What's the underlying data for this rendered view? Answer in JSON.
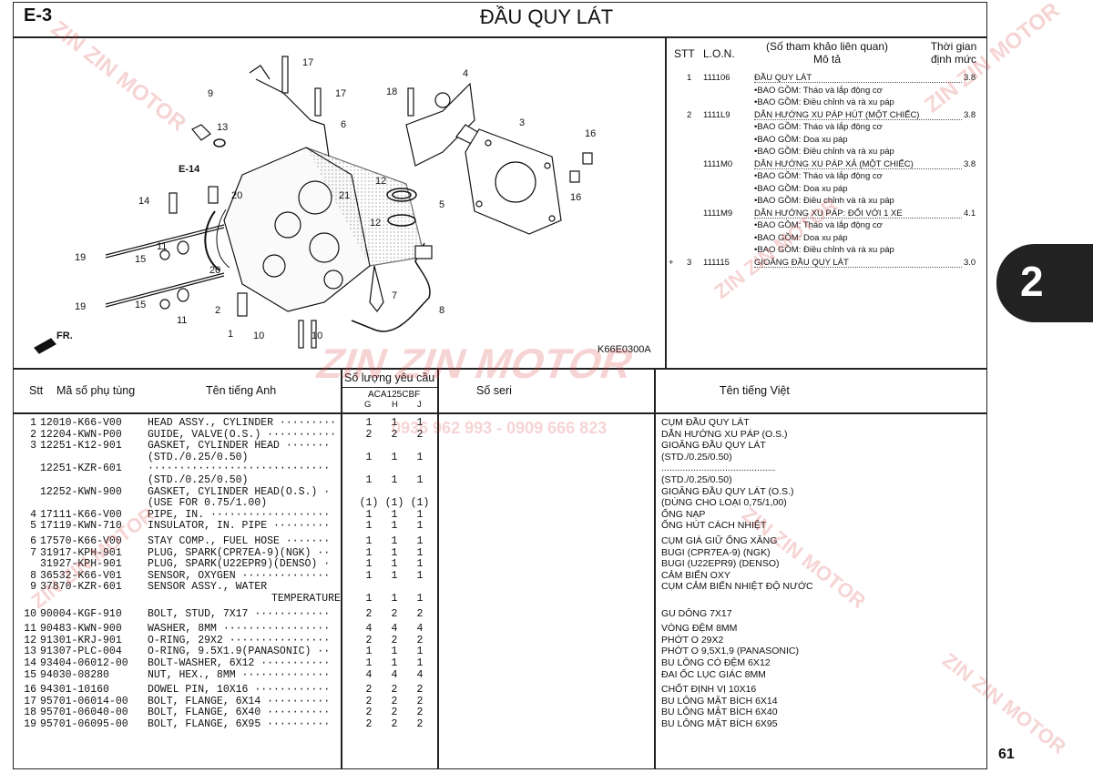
{
  "header": {
    "code": "E-3",
    "title": "ĐẦU QUY LÁT"
  },
  "diagram": {
    "image_code": "K66E0300A",
    "section_ref": "E-14",
    "front_label": "FR.",
    "callouts": [
      "17",
      "17",
      "4",
      "9",
      "18",
      "13",
      "6",
      "3",
      "16",
      "16",
      "5",
      "E-14",
      "14",
      "20",
      "21",
      "12",
      "12",
      "11",
      "19",
      "15",
      "20",
      "2",
      "1",
      "7",
      "8",
      "10",
      "10",
      "19",
      "15",
      "11"
    ]
  },
  "reference": {
    "headers": {
      "stt": "STT",
      "lon": "L.O.N.",
      "desc_top": "(Số tham khảo liên quan)",
      "desc": "Mô tả",
      "time_top": "Thời gian",
      "time": "định mức"
    },
    "rows": [
      {
        "mark": "",
        "stt": "1",
        "lon": "111106",
        "desc": "ĐẦU QUY LÁT",
        "time": "3.8"
      },
      {
        "mark": "",
        "stt": "",
        "lon": "",
        "desc": "•BAO GỒM: Tháo và lắp động cơ",
        "time": ""
      },
      {
        "mark": "",
        "stt": "",
        "lon": "",
        "desc": "•BAO GỒM: Điều chỉnh và rà xu páp",
        "time": ""
      },
      {
        "mark": "",
        "stt": "2",
        "lon": "1111L9",
        "desc": "DẪN HƯỚNG XU PÁP HÚT (MỘT CHIẾC)",
        "time": "3.8"
      },
      {
        "mark": "",
        "stt": "",
        "lon": "",
        "desc": "•BAO GỒM: Tháo và lắp động cơ",
        "time": ""
      },
      {
        "mark": "",
        "stt": "",
        "lon": "",
        "desc": "•BAO GỒM: Doa xu páp",
        "time": ""
      },
      {
        "mark": "",
        "stt": "",
        "lon": "",
        "desc": "•BAO GỒM: Điều chỉnh và rà xu páp",
        "time": ""
      },
      {
        "mark": "",
        "stt": "",
        "lon": "1111M0",
        "desc": "DẪN HƯỚNG XU PÁP XẢ (MỘT CHIẾC)",
        "time": "3.8"
      },
      {
        "mark": "",
        "stt": "",
        "lon": "",
        "desc": "•BAO GỒM: Tháo và lắp động cơ",
        "time": ""
      },
      {
        "mark": "",
        "stt": "",
        "lon": "",
        "desc": "•BAO GỒM: Doa xu páp",
        "time": ""
      },
      {
        "mark": "",
        "stt": "",
        "lon": "",
        "desc": "•BAO GỒM: Điều chỉnh và rà xu páp",
        "time": ""
      },
      {
        "mark": "",
        "stt": "",
        "lon": "1111M9",
        "desc": "DẪN HƯỚNG XU PÁP: ĐỐI VỚI 1 XE",
        "time": "4.1"
      },
      {
        "mark": "",
        "stt": "",
        "lon": "",
        "desc": "•BAO GỒM: Tháo và lắp động cơ",
        "time": ""
      },
      {
        "mark": "",
        "stt": "",
        "lon": "",
        "desc": "•BAO GỒM: Doa xu páp",
        "time": ""
      },
      {
        "mark": "",
        "stt": "",
        "lon": "",
        "desc": "•BAO GỒM: Điều chỉnh và rà xu páp",
        "time": ""
      },
      {
        "mark": "+",
        "stt": "3",
        "lon": "111115",
        "desc": "GIOĂNG ĐẦU QUY LÁT",
        "time": "3.0"
      }
    ]
  },
  "table": {
    "headers": {
      "stt": "Stt",
      "part_no": "Mã số phụ tùng",
      "name_en": "Tên tiếng Anh",
      "qty": "Số lượng yêu cầu",
      "model": "ACA125CBF",
      "g": "G",
      "h": "H",
      "j": "J",
      "serial": "Số seri",
      "name_vi": "Tên tiếng Việt"
    },
    "rows": [
      {
        "stt": "1",
        "part": "12010-K66-V00",
        "en": "HEAD ASSY., CYLINDER ·········",
        "g": "1",
        "h": "1",
        "j": "1",
        "vi": "CỤM ĐẦU QUY LÁT"
      },
      {
        "stt": "2",
        "part": "12204-KWN-P00",
        "en": "GUIDE, VALVE(O.S.) ···········",
        "g": "2",
        "h": "2",
        "j": "2",
        "vi": "DẪN HƯỚNG XU PÁP (O.S.)"
      },
      {
        "stt": "3",
        "part": "12251-K12-901",
        "en": "GASKET, CYLINDER HEAD ·······",
        "g": "",
        "h": "",
        "j": "",
        "vi": "GIOĂNG ĐẦU QUY LÁT"
      },
      {
        "stt": "",
        "part": "",
        "en": "(STD./0.25/0.50)",
        "g": "1",
        "h": "1",
        "j": "1",
        "vi": "(STD./0.25/0.50)"
      },
      {
        "stt": "",
        "part": "12251-KZR-601",
        "en": "·····························",
        "g": "",
        "h": "",
        "j": "",
        "vi": "..........................................."
      },
      {
        "stt": "",
        "part": "",
        "en": "(STD./0.25/0.50)",
        "g": "1",
        "h": "1",
        "j": "1",
        "vi": "(STD./0.25/0.50)"
      },
      {
        "stt": "",
        "part": "12252-KWN-900",
        "en": "GASKET, CYLINDER HEAD(O.S.) ·",
        "g": "",
        "h": "",
        "j": "",
        "vi": "GIOĂNG ĐẦU QUY LÁT (O.S.)"
      },
      {
        "stt": "",
        "part": "",
        "en": "(USE FOR 0.75/1.00)",
        "g": "(1)",
        "h": "(1)",
        "j": "(1)",
        "vi": "(DÙNG CHO LOẠI 0,75/1,00)"
      },
      {
        "stt": "4",
        "part": "17111-K66-V00",
        "en": "PIPE, IN. ···················",
        "g": "1",
        "h": "1",
        "j": "1",
        "vi": "ỐNG NẠP"
      },
      {
        "stt": "5",
        "part": "17119-KWN-710",
        "en": "INSULATOR, IN. PIPE ·········",
        "g": "1",
        "h": "1",
        "j": "1",
        "vi": "ỐNG HÚT CÁCH NHIỆT"
      },
      {
        "stt": "6",
        "part": "17570-K66-V00",
        "en": "STAY COMP., FUEL HOSE ·······",
        "g": "1",
        "h": "1",
        "j": "1",
        "vi": "CỤM GIÁ GIỮ ỐNG XĂNG"
      },
      {
        "stt": "7",
        "part": "31917-KPH-901",
        "en": "PLUG, SPARK(CPR7EA-9)(NGK) ··",
        "g": "1",
        "h": "1",
        "j": "1",
        "vi": "BUGI (CPR7EA-9) (NGK)"
      },
      {
        "stt": "",
        "part": "31927-KPH-901",
        "en": "PLUG, SPARK(U22EPR9)(DENSO) ·",
        "g": "1",
        "h": "1",
        "j": "1",
        "vi": "BUGI (U22EPR9) (DENSO)"
      },
      {
        "stt": "8",
        "part": "36532-K66-V01",
        "en": "SENSOR, OXYGEN ··············",
        "g": "1",
        "h": "1",
        "j": "1",
        "vi": "CẢM BIẾN OXY"
      },
      {
        "stt": "9",
        "part": "37870-KZR-601",
        "en": "SENSOR ASSY., WATER",
        "g": "",
        "h": "",
        "j": "",
        "vi": "CỤM CẢM BIẾN NHIỆT ĐỘ NƯỚC"
      },
      {
        "stt": "",
        "part": "",
        "en": "TEMPERATURE",
        "g": "1",
        "h": "1",
        "j": "1",
        "vi": ""
      },
      {
        "stt": "10",
        "part": "90004-KGF-910",
        "en": "BOLT, STUD, 7X17 ············",
        "g": "2",
        "h": "2",
        "j": "2",
        "vi": "GU DÔNG 7X17"
      },
      {
        "stt": "11",
        "part": "90483-KWN-900",
        "en": "WASHER, 8MM ·················",
        "g": "4",
        "h": "4",
        "j": "4",
        "vi": "VÒNG ĐỆM 8MM"
      },
      {
        "stt": "12",
        "part": "91301-KRJ-901",
        "en": "O-RING, 29X2 ················",
        "g": "2",
        "h": "2",
        "j": "2",
        "vi": "PHỚT O 29X2"
      },
      {
        "stt": "13",
        "part": "91307-PLC-004",
        "en": "O-RING, 9.5X1.9(PANASONIC) ··",
        "g": "1",
        "h": "1",
        "j": "1",
        "vi": "PHỚT O 9,5X1,9 (PANASONIC)"
      },
      {
        "stt": "14",
        "part": "93404-06012-00",
        "en": "BOLT-WASHER, 6X12 ···········",
        "g": "1",
        "h": "1",
        "j": "1",
        "vi": "BU LÔNG CÓ ĐỆM 6X12"
      },
      {
        "stt": "15",
        "part": "94030-08280",
        "en": "NUT, HEX., 8MM ··············",
        "g": "4",
        "h": "4",
        "j": "4",
        "vi": "ĐAI ỐC LỤC GIÁC 8MM"
      },
      {
        "stt": "16",
        "part": "94301-10160",
        "en": "DOWEL PIN, 10X16 ············",
        "g": "2",
        "h": "2",
        "j": "2",
        "vi": "CHỐT ĐỊNH VỊ 10X16"
      },
      {
        "stt": "17",
        "part": "95701-06014-00",
        "en": "BOLT, FLANGE, 6X14 ··········",
        "g": "2",
        "h": "2",
        "j": "2",
        "vi": "BU LÔNG MẶT BÍCH 6X14"
      },
      {
        "stt": "18",
        "part": "95701-06040-00",
        "en": "BOLT, FLANGE, 6X40 ··········",
        "g": "2",
        "h": "2",
        "j": "2",
        "vi": "BU LÔNG MẶT BÍCH 6X40"
      },
      {
        "stt": "19",
        "part": "95701-06095-00",
        "en": "BOLT, FLANGE, 6X95 ··········",
        "g": "2",
        "h": "2",
        "j": "2",
        "vi": "BU LÔNG MẶT BÍCH 6X95"
      }
    ]
  },
  "side_tab": "2",
  "page_number": "61",
  "watermark": {
    "brand": "ZIN ZIN MOTOR",
    "phone": "0936 962 993 - 0909 666 823"
  },
  "colors": {
    "ink": "#111111",
    "watermark": "#d63c3c"
  }
}
